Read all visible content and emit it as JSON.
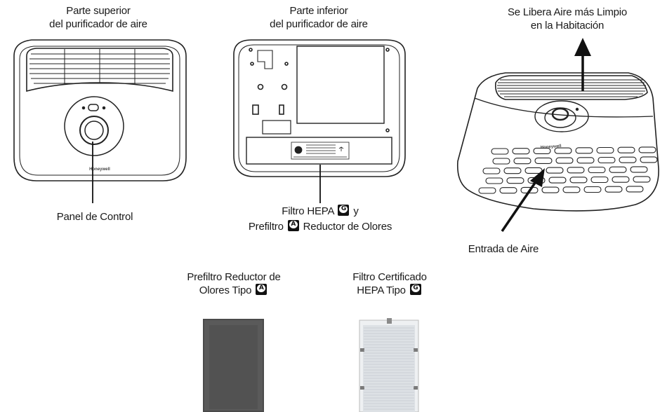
{
  "labels": {
    "top_view_line1": "Parte superior",
    "top_view_line2": "del purificador de aire",
    "bottom_view_line1": "Parte inferior",
    "bottom_view_line2": "del purificador de aire",
    "clean_air_line1": "Se Libera Aire más Limpio",
    "clean_air_line2": "en la Habitación",
    "control_panel": "Panel de Control",
    "filter_hepa_pre": "Filtro HEPA",
    "filter_hepa_post": "y",
    "prefilter_pre": "Prefiltro",
    "prefilter_post": "Reductor de Olores",
    "air_inlet": "Entrada de Aire",
    "prefilter_type_line1": "Prefiltro Reductor de",
    "prefilter_type_line2": "Olores Tipo",
    "hepa_type_line1": "Filtro Certificado",
    "hepa_type_line2": "HEPA Tipo"
  },
  "badges": {
    "g": "G",
    "a": "A"
  },
  "device": {
    "brand": "Honeywell"
  }
}
